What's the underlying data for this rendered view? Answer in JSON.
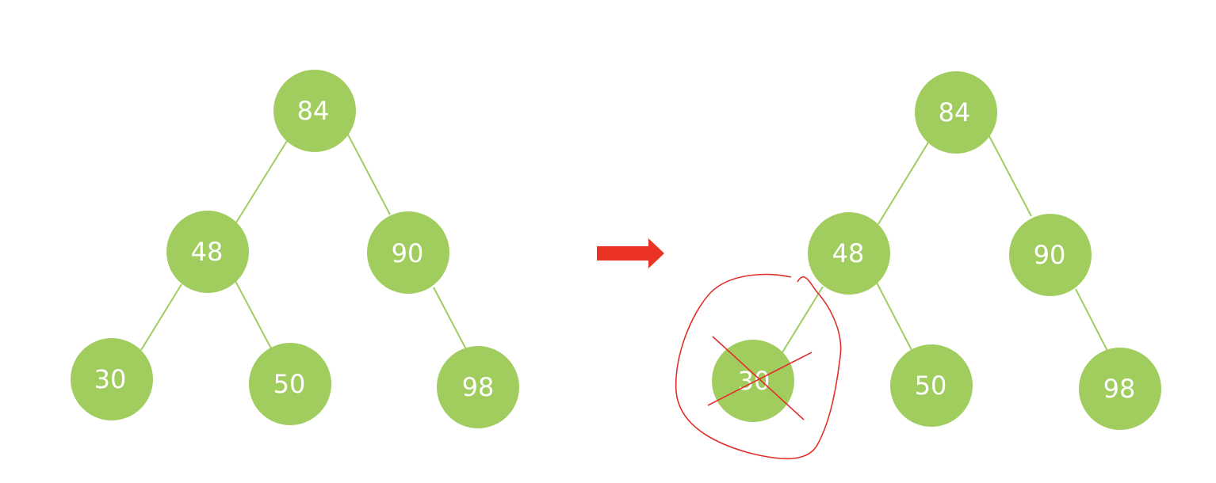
{
  "colors": {
    "node_fill": "#a1cd5f",
    "node_text": "#ffffff",
    "edge": "#a1cd5f",
    "arrow": "#ea3323",
    "annotation": "#e0302a"
  },
  "before_tree": {
    "root": "84",
    "left": "48",
    "right": "90",
    "left_left": "30",
    "left_right": "50",
    "right_right": "98"
  },
  "after_tree": {
    "root": "84",
    "left": "48",
    "right": "90",
    "left_left": "30",
    "left_right": "50",
    "right_right": "98",
    "deleted_node": "30"
  },
  "transition_arrow": "arrow-right-icon"
}
